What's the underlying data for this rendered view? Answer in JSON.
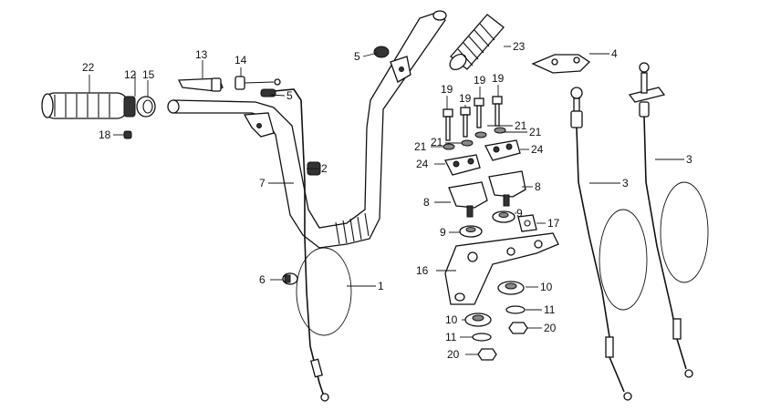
{
  "callouts": {
    "p1": "1",
    "p2": "2",
    "p3a": "3",
    "p3b": "3",
    "p4": "4",
    "p5a": "5",
    "p5b": "5",
    "p6": "6",
    "p7": "7",
    "p8a": "8",
    "p8b": "8",
    "p9a": "9",
    "p9b": "9",
    "p10a": "10",
    "p10b": "10",
    "p11a": "11",
    "p11b": "11",
    "p12": "12",
    "p13": "13",
    "p14": "14",
    "p15": "15",
    "p16": "16",
    "p17": "17",
    "p18": "18",
    "p19a": "19",
    "p19b": "19",
    "p19c": "19",
    "p19d": "19",
    "p20a": "20",
    "p20b": "20",
    "p21a": "21",
    "p21b": "21",
    "p21c": "21",
    "p21d": "21",
    "p22": "22",
    "p23": "23",
    "p24a": "24",
    "p24b": "24"
  }
}
